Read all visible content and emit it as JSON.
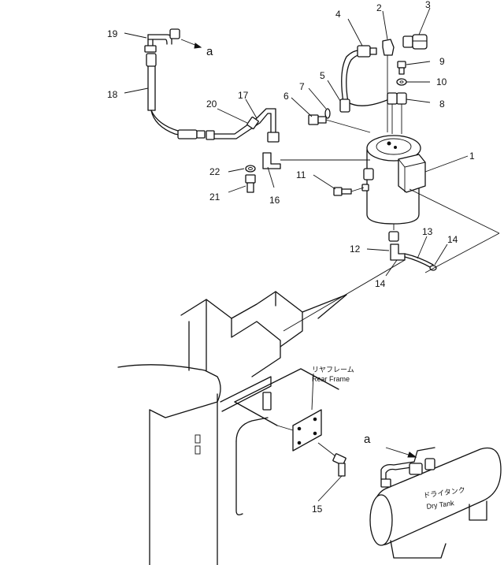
{
  "labels": {
    "l1": "1",
    "l2": "2",
    "l3": "3",
    "l4": "4",
    "l5": "5",
    "l6": "6",
    "l7": "7",
    "l8": "8",
    "l9": "9",
    "l10": "10",
    "l11": "11",
    "l12": "12",
    "l13": "13",
    "l14a": "14",
    "l14b": "14",
    "l15": "15",
    "l16": "16",
    "l17": "17",
    "l18": "18",
    "l19": "19",
    "l20": "20",
    "l21": "21",
    "l22": "22"
  },
  "refs": {
    "a_top": "a",
    "a_bottom": "a"
  },
  "captions": {
    "rear_frame_jp": "リヤフレーム",
    "rear_frame_en": "Rear Frame",
    "dry_tank_jp": "ドライタンク",
    "dry_tank_en": "Dry Tank"
  }
}
